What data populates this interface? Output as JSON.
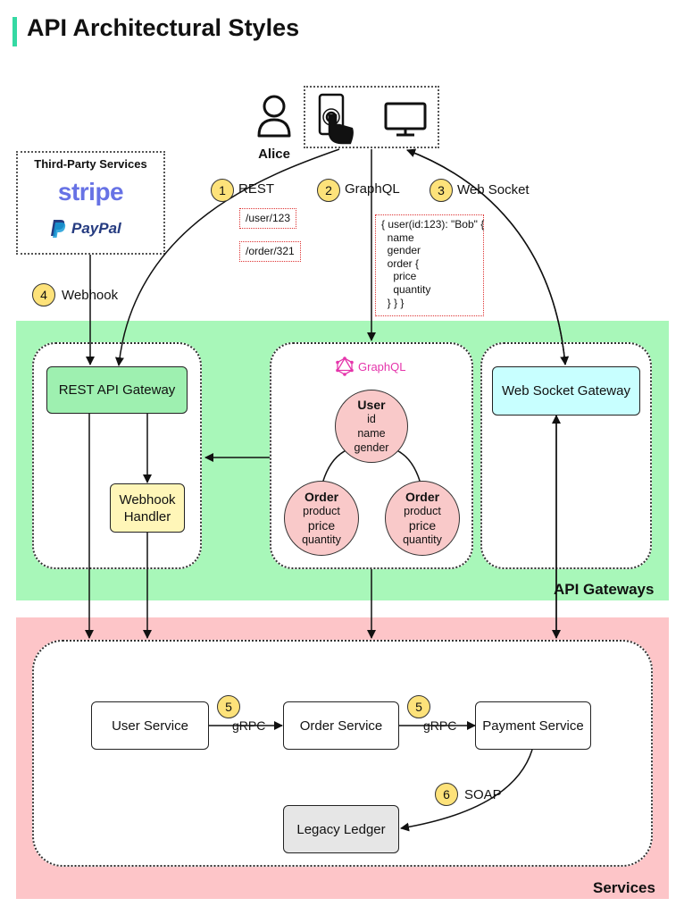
{
  "title": "API Architectural Styles",
  "user": {
    "name": "Alice",
    "icon": "user-icon"
  },
  "devices": {
    "phone_icon": "phone-touch-icon",
    "monitor_icon": "monitor-icon"
  },
  "third_party": {
    "title": "Third-Party Services",
    "logos": [
      "stripe",
      "PayPal"
    ]
  },
  "edges": {
    "rest": {
      "badge": "1",
      "label": "REST"
    },
    "graphql": {
      "badge": "2",
      "label": "GraphQL"
    },
    "websocket": {
      "badge": "3",
      "label": "Web Socket"
    },
    "webhook": {
      "badge": "4",
      "label": "Webhook"
    },
    "grpc1": {
      "badge": "5",
      "label": "gRPC"
    },
    "grpc2": {
      "badge": "5",
      "label": "gRPC"
    },
    "soap": {
      "badge": "6",
      "label": "SOAP"
    }
  },
  "rest_examples": [
    "/user/123",
    "/order/321"
  ],
  "graphql_query": "{ user(id:123): \"Bob\" {\n  name\n  gender\n  order {\n    price\n    quantity\n  } } }",
  "gateways": {
    "zone_label": "API Gateways",
    "rest_gateway": "REST API Gateway",
    "webhook_handler": "Webhook\nHandler",
    "graphql_logo": "GraphQL",
    "websocket_gateway": "Web Socket Gateway"
  },
  "graph_nodes": {
    "user": {
      "title": "User",
      "fields": [
        "id",
        "name",
        "gender"
      ]
    },
    "order_left": {
      "title": "Order",
      "fields": [
        "product",
        "price",
        "quantity"
      ]
    },
    "order_right": {
      "title": "Order",
      "fields": [
        "product",
        "price",
        "quantity"
      ]
    }
  },
  "services": {
    "zone_label": "Services",
    "user_service": "User Service",
    "order_service": "Order Service",
    "payment_service": "Payment Service",
    "legacy_ledger": "Legacy Ledger"
  },
  "colors": {
    "accent": "#35d9a3",
    "gateway_zone": "#a8f7b9",
    "service_zone": "#fdc5c8",
    "rest_gateway": "#9ef0b0",
    "webhook_handler": "#fff6b8",
    "websocket_gateway": "#c8ffff",
    "graph_node": "#f9c9c9",
    "badge": "#fde27a",
    "legacy": "#e6e6e6",
    "graphql_pink": "#e535ab"
  }
}
